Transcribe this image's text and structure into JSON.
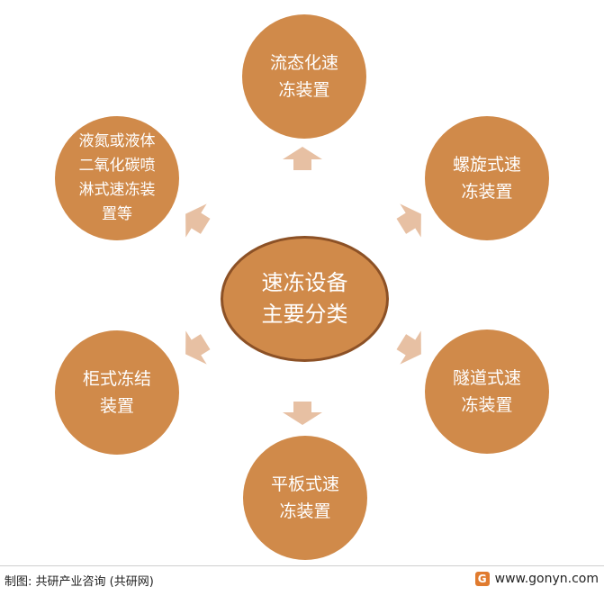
{
  "center": {
    "label": "速冻设备\n主要分类"
  },
  "nodes": {
    "top": "流态化速\n冻装置",
    "top_right": "螺旋式速\n冻装置",
    "bottom_right": "隧道式速\n冻装置",
    "bottom": "平板式速\n冻装置",
    "bottom_left": "柜式冻结\n装置",
    "top_left": "液氮或液体\n二氧化碳喷\n淋式速冻装\n置等"
  },
  "colors": {
    "node_fill": "#d08a4a",
    "center_border": "#8c5126",
    "arrow_fill": "#e7c0a3"
  },
  "footer": {
    "source": "制图: 共研产业咨询 (共研网)",
    "website": "www.gonyn.com",
    "logo_icon": "gonyn-logo-icon"
  }
}
